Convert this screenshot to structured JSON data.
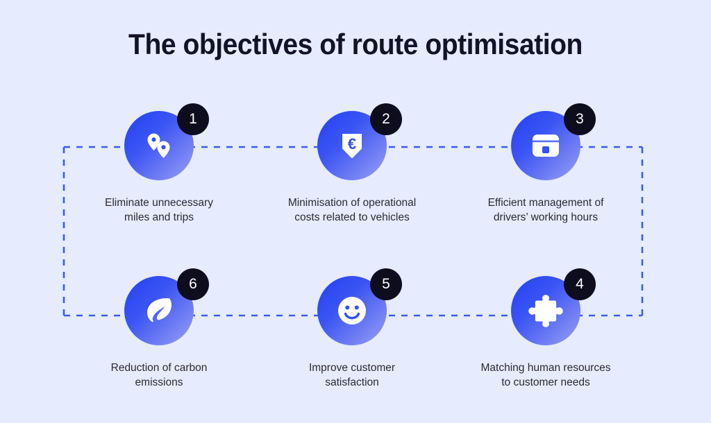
{
  "page": {
    "title": "The objectives of route optimisation",
    "background_color": "#e6ebfd",
    "title_color": "#121228",
    "accent_gradient_from": "#2340f2",
    "accent_gradient_to": "#9aa4f6",
    "badge_color": "#0d0d1e",
    "connector_color": "#3b5bf0",
    "caption_color": "#2a2a34"
  },
  "items": [
    {
      "number": "1",
      "icon": "map-pins-icon",
      "caption_line1": "Eliminate unnecessary",
      "caption_line2": "miles and trips"
    },
    {
      "number": "2",
      "icon": "euro-down-arrow-icon",
      "caption_line1": "Minimisation of operational",
      "caption_line2": "costs related to vehicles"
    },
    {
      "number": "3",
      "icon": "calendar-icon",
      "caption_line1": "Efficient management of",
      "caption_line2": "drivers’ working hours"
    },
    {
      "number": "6",
      "icon": "leaf-icon",
      "caption_line1": "Reduction of carbon",
      "caption_line2": "emissions"
    },
    {
      "number": "5",
      "icon": "smiley-face-icon",
      "caption_line1": "Improve customer",
      "caption_line2": "satisfaction"
    },
    {
      "number": "4",
      "icon": "puzzle-piece-icon",
      "caption_line1": "Matching human resources",
      "caption_line2": "to customer needs"
    }
  ]
}
